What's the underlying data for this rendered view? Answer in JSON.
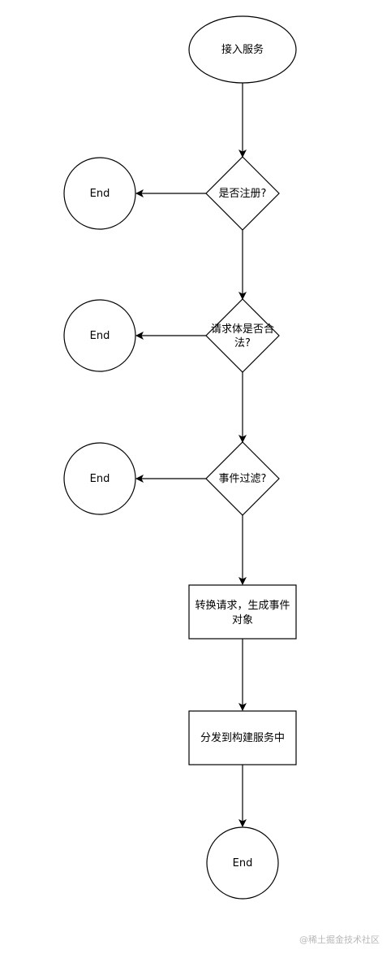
{
  "nodes": {
    "start": {
      "label": "接入服务"
    },
    "d1": {
      "label": "是否注册?"
    },
    "d2": {
      "label_line1": "请求体是否合",
      "label_line2": "法?"
    },
    "d3": {
      "label": "事件过滤?"
    },
    "p1": {
      "label_line1": "转换请求，生成事件",
      "label_line2": "对象"
    },
    "p2": {
      "label": "分发到构建服务中"
    },
    "end1": {
      "label": "End"
    },
    "end2": {
      "label": "End"
    },
    "end3": {
      "label": "End"
    },
    "end4": {
      "label": "End"
    }
  },
  "watermark": "@稀土掘金技术社区",
  "colors": {
    "stroke": "#000000",
    "fill": "#ffffff",
    "watermark": "#b8b8b8"
  }
}
